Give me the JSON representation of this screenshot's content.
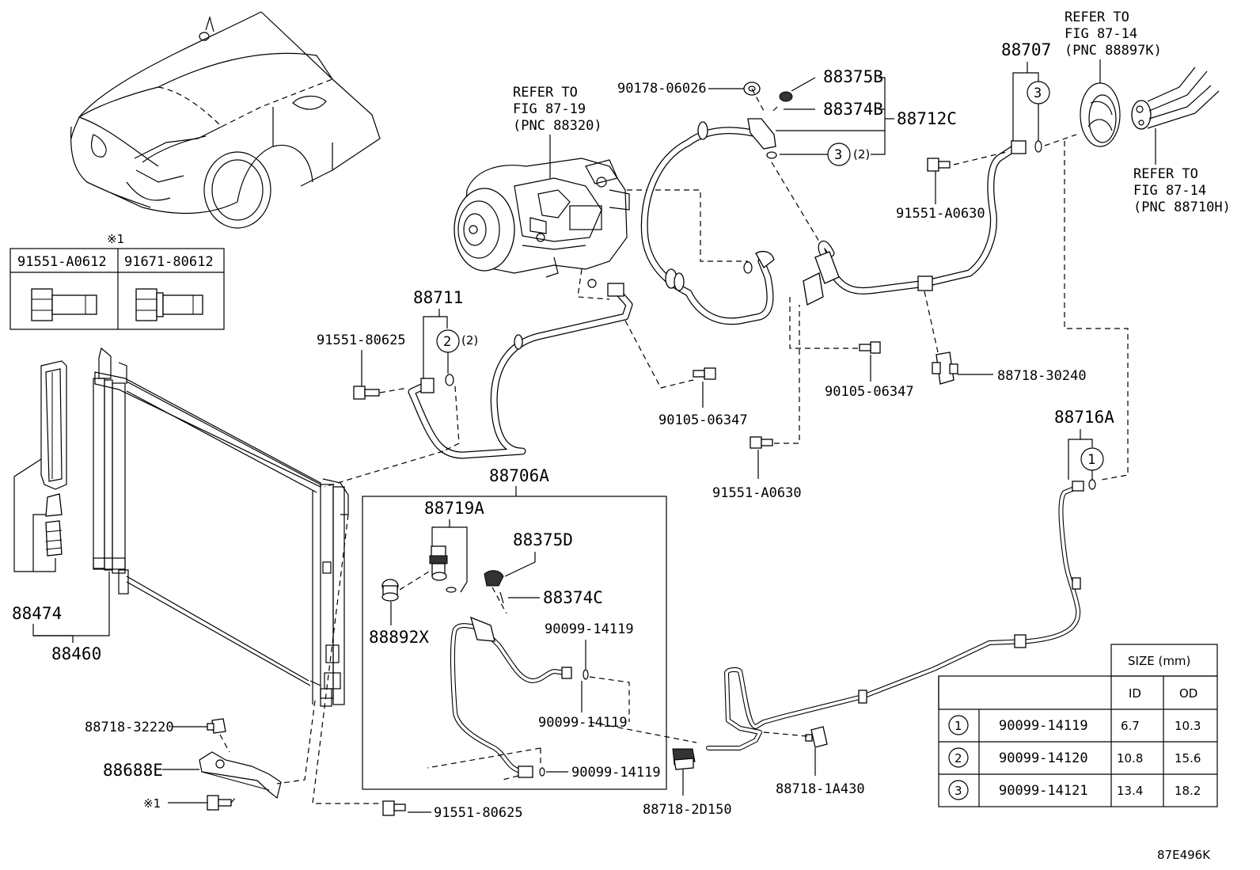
{
  "drawing_code": "87E496K",
  "refer_notes": {
    "compressor": [
      "REFER TO",
      "FIG 87-19",
      "(PNC 88320)"
    ],
    "top_right_1": [
      "REFER TO",
      "FIG 87-14",
      "(PNC 88897K)"
    ],
    "top_right_2": [
      "REFER TO",
      "FIG 87-14",
      "(PNC 88710H)"
    ]
  },
  "callouts": {
    "p90178": "90178-06026",
    "p88375B": "88375B",
    "p88374B": "88374B",
    "p88712C": "88712C",
    "p88707": "88707",
    "p91551_A0630_top": "91551-A0630",
    "p88711": "88711",
    "p91551_80625_left": "91551-80625",
    "p90105_06347_a": "90105-06347",
    "p90105_06347_b": "90105-06347",
    "p88718_30240": "88718-30240",
    "p88716A": "88716A",
    "p91551_A0630_mid": "91551-A0630",
    "p88706A": "88706A",
    "p88719A": "88719A",
    "p88375D": "88375D",
    "p88374C": "88374C",
    "p88892X": "88892X",
    "p90099_14119_a": "90099-14119",
    "p90099_14119_b": "90099-14119",
    "p90099_14119_c": "90099-14119",
    "p88474": "88474",
    "p88460": "88460",
    "p88718_32220": "88718-32220",
    "p88688E": "88688E",
    "star1_label": "※1",
    "p91551_80625_bottom": "91551-80625",
    "p88718_2D150": "88718-2D150",
    "p88718_1A430": "88718-1A430",
    "oring_qty_3": "(2)",
    "oring_qty_2": "(2)"
  },
  "ring_refs": {
    "ring_88712C": "3",
    "ring_88707": "3",
    "ring_88711": "2",
    "ring_88716A": "1"
  },
  "bolt_table": {
    "note": "※1",
    "headers": [
      "91551-A0612",
      "91671-80612"
    ]
  },
  "size_table": {
    "title": "SIZE (mm)",
    "columns": [
      "ID",
      "OD"
    ],
    "rows": [
      {
        "ref": "1",
        "part": "90099-14119",
        "id": "6.7",
        "od": "10.3"
      },
      {
        "ref": "2",
        "part": "90099-14120",
        "id": "10.8",
        "od": "15.6"
      },
      {
        "ref": "3",
        "part": "90099-14121",
        "id": "13.4",
        "od": "18.2"
      }
    ]
  }
}
